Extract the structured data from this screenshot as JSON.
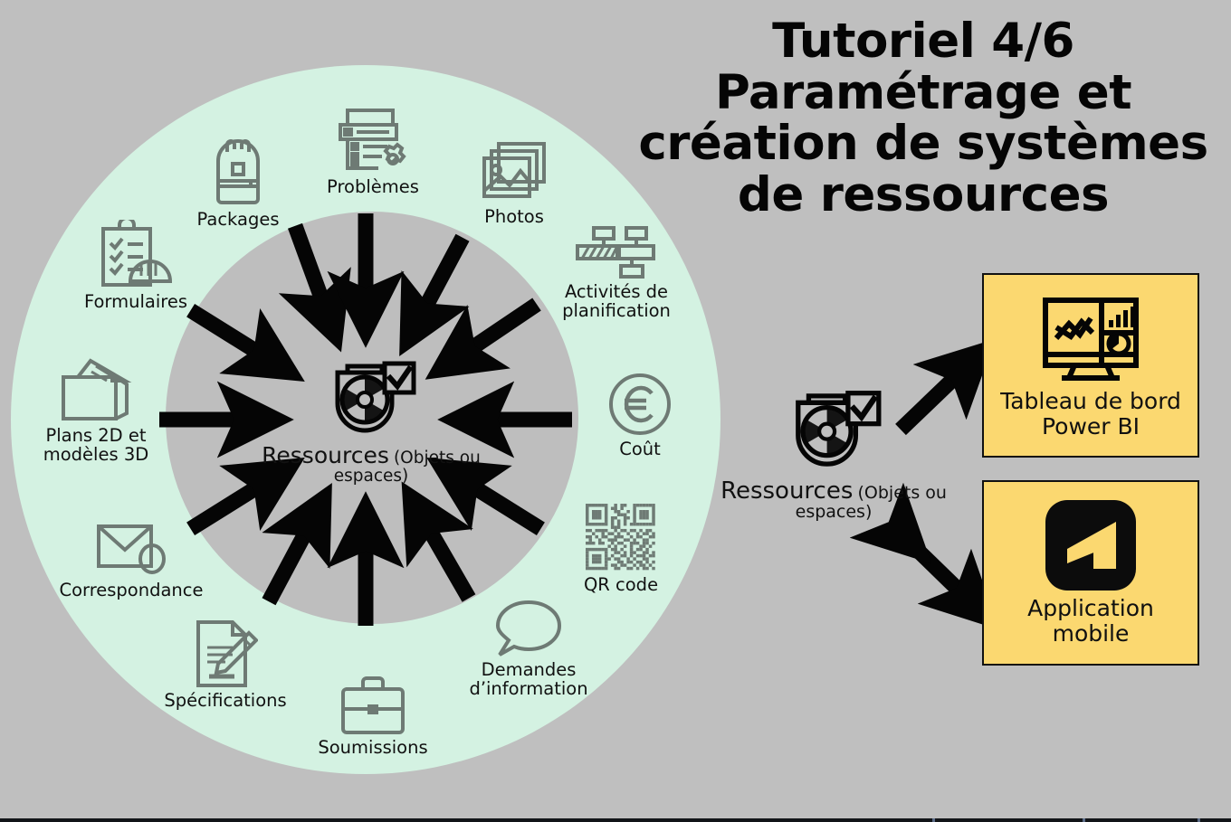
{
  "slide": {
    "background_color": "#bfbfbf",
    "mint_circle_color": "#d4f2e2",
    "inner_circle_color": "#bebebe",
    "card_color": "#fbd870",
    "icon_stroke_color": "#6e7a74",
    "arrow_color": "#050505"
  },
  "title": {
    "line1": "Tutoriel 4/6",
    "line2": "Paramétrage et",
    "line3": "création de systèmes",
    "line4": "de ressources"
  },
  "center": {
    "title": "Ressources",
    "subtitle": "(Objets ou espaces)",
    "icon": "resource-shield-aperture-check-icon"
  },
  "wheel": {
    "items": [
      {
        "label": "Packages",
        "icon": "backpack-icon",
        "angle_deg": -110
      },
      {
        "label": "Problèmes",
        "icon": "issue-list-gear-icon",
        "angle_deg": -90
      },
      {
        "label": "Photos",
        "icon": "photo-stack-icon",
        "angle_deg": -62
      },
      {
        "label": "Activités de\nplanification",
        "icon": "gantt-chart-icon",
        "angle_deg": -34
      },
      {
        "label": "Coût",
        "icon": "euro-coin-icon",
        "angle_deg": 0
      },
      {
        "label": "QR code",
        "icon": "qr-code-icon",
        "angle_deg": 32
      },
      {
        "label": "Demandes\nd’information",
        "icon": "speech-bubble-icon",
        "angle_deg": 60
      },
      {
        "label": "Soumissions",
        "icon": "briefcase-icon",
        "angle_deg": 90
      },
      {
        "label": "Spécifications",
        "icon": "document-pencil-icon",
        "angle_deg": 118
      },
      {
        "label": "Correspondance",
        "icon": "envelope-icon",
        "angle_deg": 148
      },
      {
        "label": "Plans 2D et\nmodèles 3D",
        "icon": "drawings-folder-icon",
        "angle_deg": 180
      },
      {
        "label": "Formulaires",
        "icon": "clipboard-helmet-icon",
        "angle_deg": -148
      }
    ]
  },
  "right_panel": {
    "resource": {
      "title": "Ressources",
      "subtitle": "(Objets ou espaces)",
      "icon": "resource-shield-aperture-check-icon"
    },
    "cards": [
      {
        "label": "Tableau de bord\nPower BI",
        "icon": "dashboard-monitor-icon",
        "arrow": "one-way"
      },
      {
        "label": "Application\nmobile",
        "icon": "mobile-app-logo-icon",
        "arrow": "two-way"
      }
    ]
  }
}
